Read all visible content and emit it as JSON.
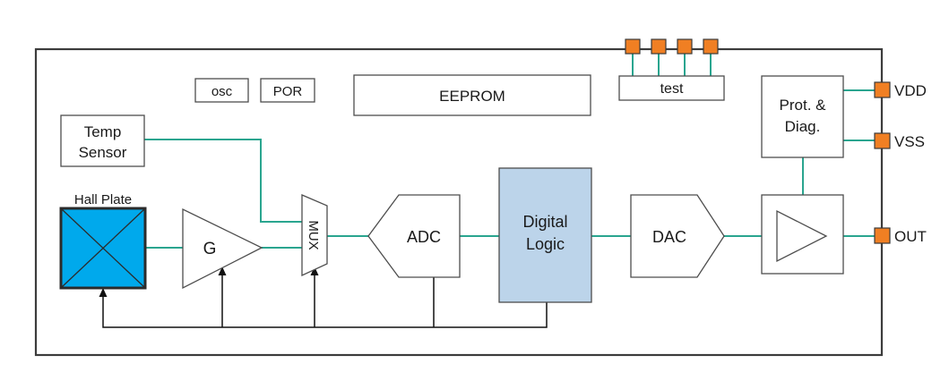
{
  "blocks": {
    "osc": "osc",
    "por": "POR",
    "eeprom": "EEPROM",
    "test": "test",
    "temp_sensor": [
      "Temp",
      "Sensor"
    ],
    "hall_plate": "Hall Plate",
    "gain": "G",
    "mux": "MUX",
    "adc": "ADC",
    "digital_logic": [
      "Digital",
      "Logic"
    ],
    "dac": "DAC",
    "prot_diag": [
      "Prot. &",
      "Diag."
    ]
  },
  "pins": {
    "vdd": "VDD",
    "vss": "VSS",
    "out": "OUT"
  },
  "colors": {
    "wire": "#2aa58f",
    "pin": "#f07f23",
    "hall_plate_fill": "#00a9ec",
    "digital_logic_fill": "#bcd4ea",
    "frame": "#3c3c3c"
  }
}
